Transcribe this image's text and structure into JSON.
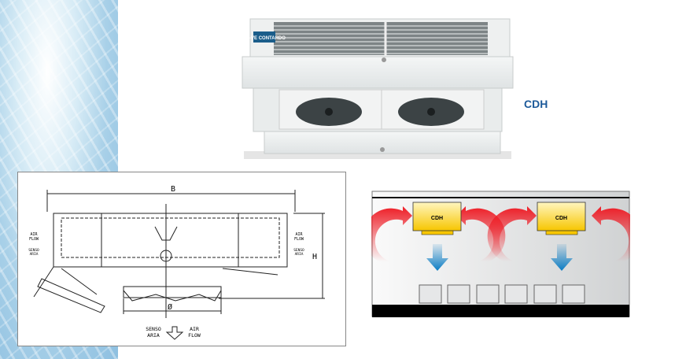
{
  "product": {
    "name": "CDH",
    "logo_text": "LU-VE CONTARDO"
  },
  "drawing": {
    "width_label": "B",
    "height_label": "H",
    "diameter_label": "Ø",
    "airflow_left": [
      "AIR",
      "FLOW"
    ],
    "senso_left": [
      "SENSO",
      "ARIA"
    ],
    "bottom_senso": [
      "SENSO",
      "ARIA"
    ],
    "bottom_air": [
      "AIR",
      "FLOW"
    ]
  },
  "scheme": {
    "unit_labels": [
      "CDH",
      "CDH"
    ],
    "colors": {
      "warm": "#ee1c25",
      "cold": "#0a7cc4",
      "unit": "#f7c600"
    }
  }
}
